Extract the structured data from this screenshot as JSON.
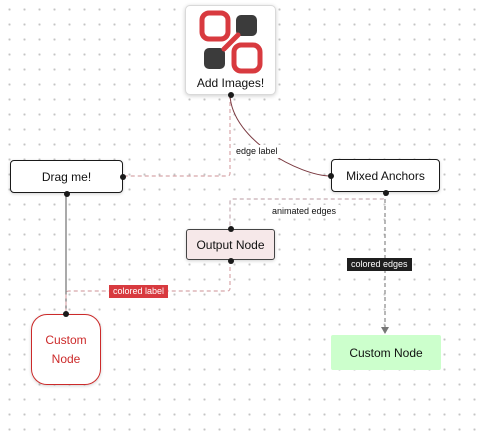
{
  "nodes": {
    "drag": {
      "label": "Drag me!"
    },
    "mixed": {
      "label": "Mixed Anchors"
    },
    "output": {
      "label": "Output Node"
    },
    "custom_red": {
      "line1": "Custom",
      "line2": "Node"
    },
    "custom_green": {
      "label": "Custom Node"
    },
    "images": {
      "label": "Add Images!",
      "icon": "logo-icon"
    }
  },
  "edge_labels": {
    "edge": "edge label",
    "animated": "animated edges",
    "colored": "colored label",
    "colored_edges": "colored edges"
  },
  "colors": {
    "accent_red": "#d83a3f",
    "dashed_edge": "#d8a7ab",
    "green_node": "#ccffcc",
    "dark_label": "#1e1e1e"
  }
}
